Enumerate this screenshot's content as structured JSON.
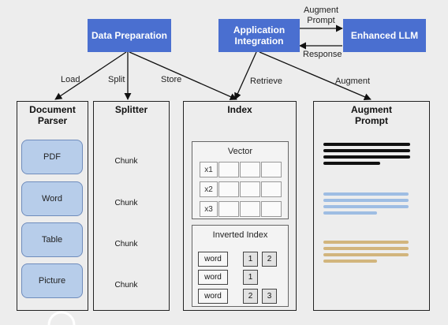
{
  "top": {
    "data_preparation": "Data Preparation",
    "application_integration": "Application Integration",
    "enhanced_llm": "Enhanced LLM",
    "augment_prompt_label": "Augment Prompt",
    "response_label": "Response"
  },
  "edges": {
    "load": "Load",
    "split": "Split",
    "store": "Store",
    "retrieve": "Retrieve",
    "augment": "Augment"
  },
  "document_parser": {
    "title": "Document Parser",
    "items": [
      "PDF",
      "Word",
      "Table",
      "Picture"
    ]
  },
  "splitter": {
    "title": "Splitter",
    "chunk_label": "Chunk"
  },
  "index": {
    "title": "Index",
    "vector_title": "Vector",
    "vector_rows": [
      "x1",
      "x2",
      "x3"
    ],
    "inverted_title": "Inverted Index",
    "inverted_rows": [
      {
        "word": "word",
        "postings": [
          "1",
          "2"
        ]
      },
      {
        "word": "word",
        "postings": [
          "1"
        ]
      },
      {
        "word": "word",
        "postings": [
          "2",
          "3"
        ]
      }
    ]
  },
  "augment_prompt": {
    "title": "Augment Prompt",
    "colors": {
      "black": "#111111",
      "blue": "#9ebde3",
      "tan": "#d2b57d"
    }
  },
  "colors": {
    "box_blue": "#4a6fd0",
    "doc_fill": "#b7cdea"
  }
}
